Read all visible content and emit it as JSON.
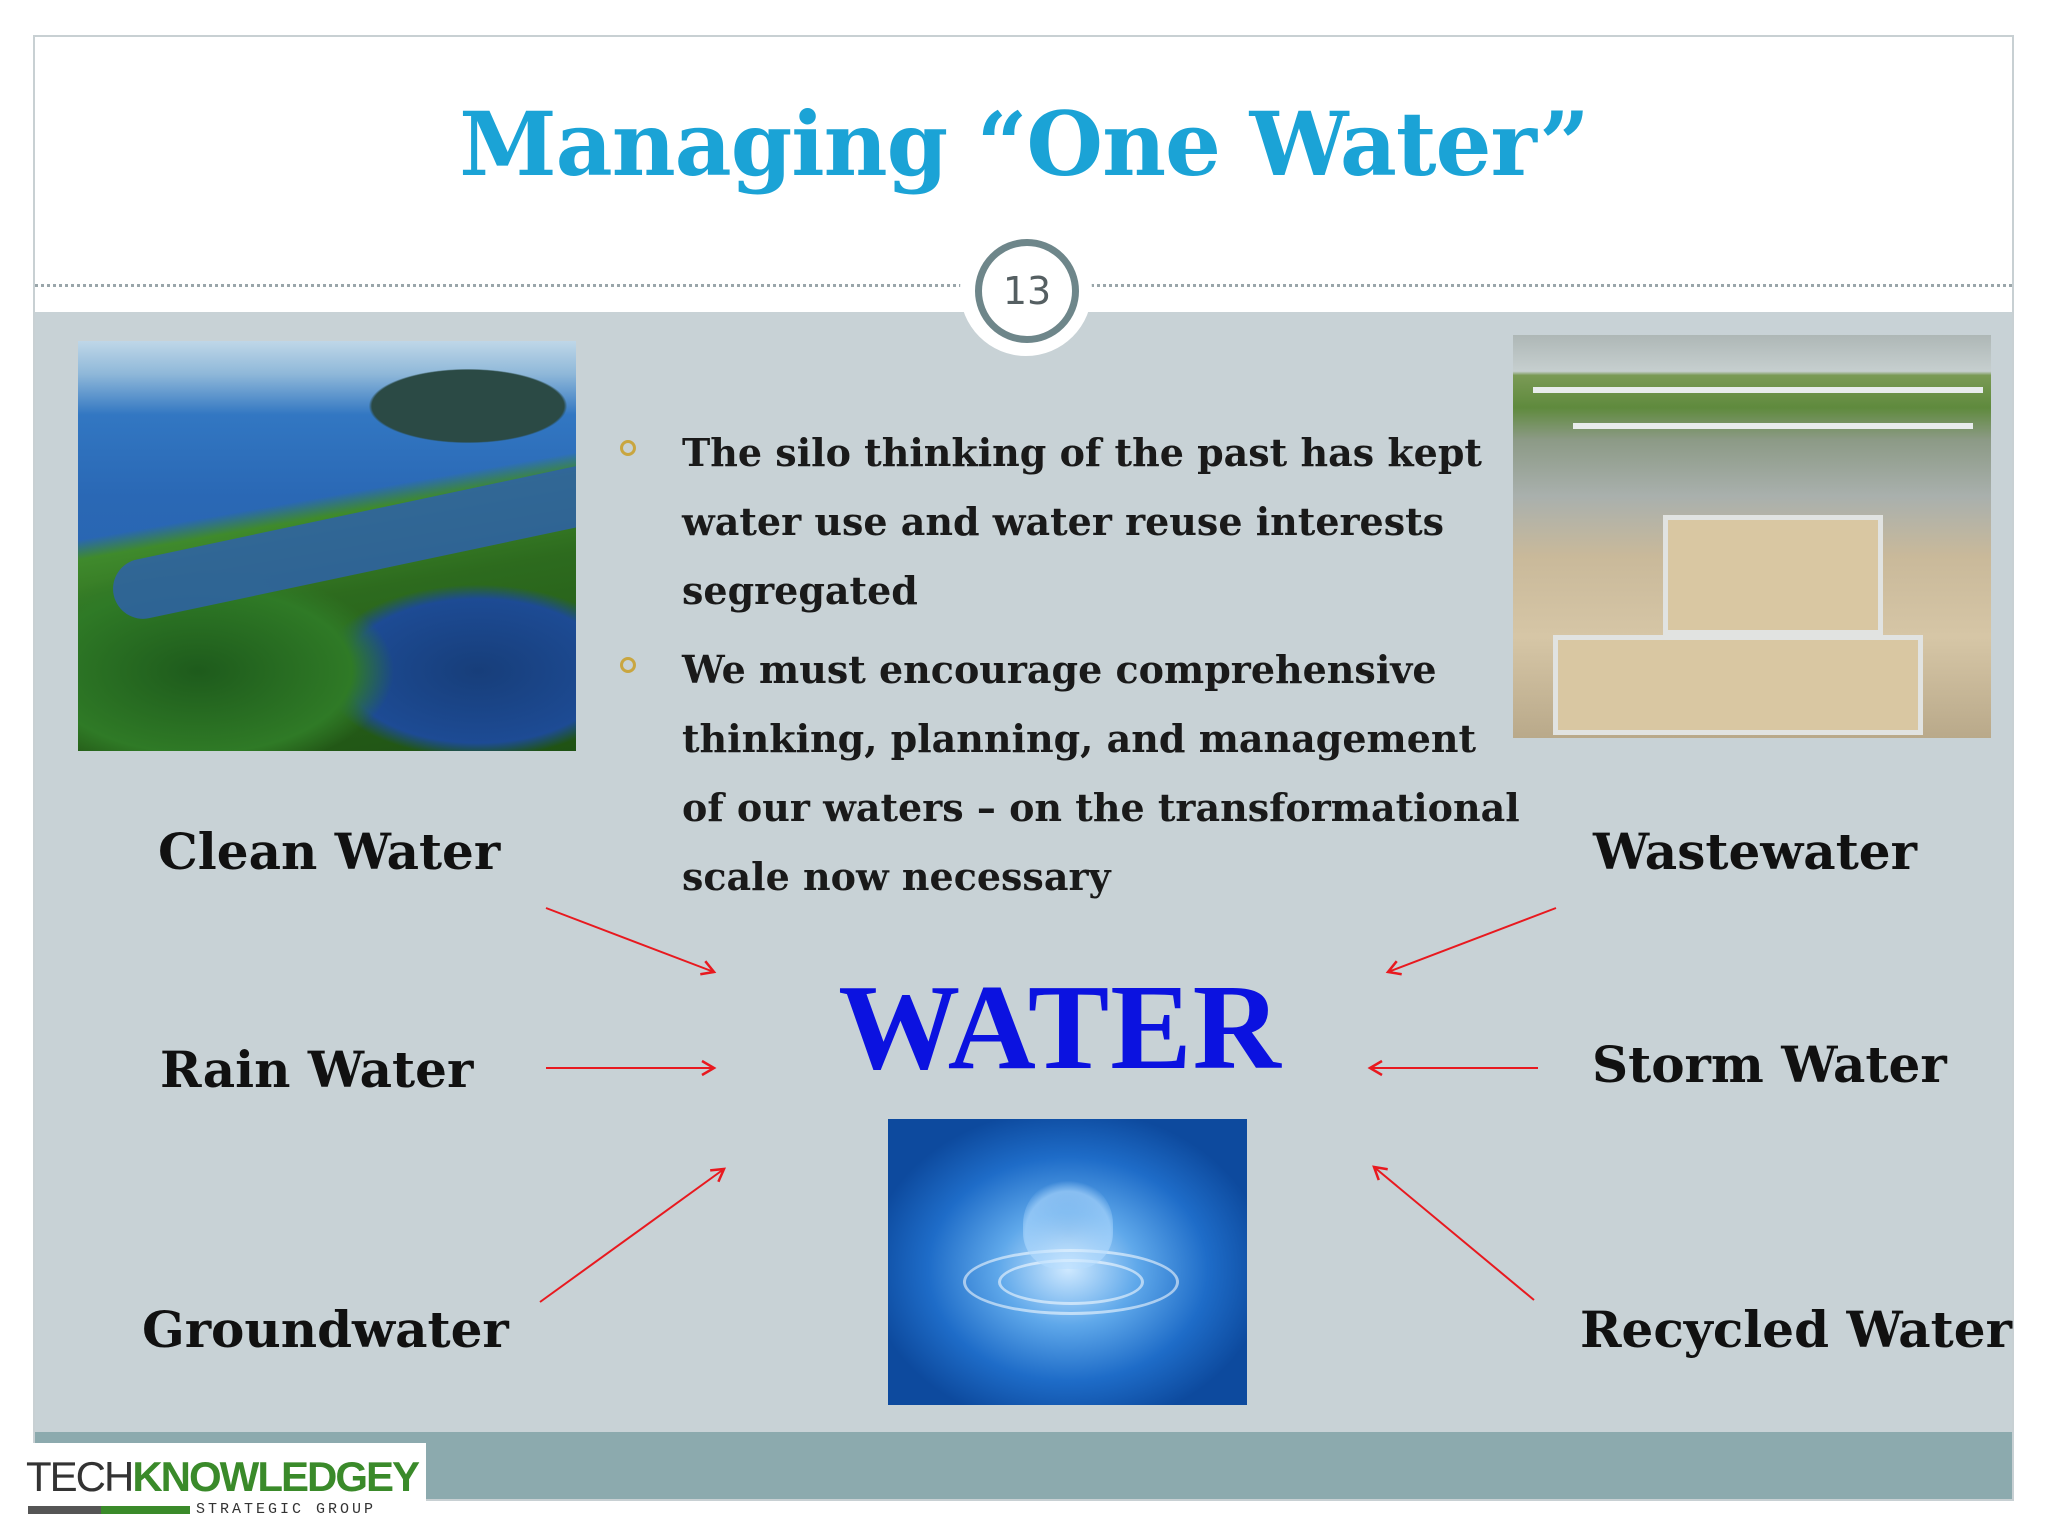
{
  "slide": {
    "title": "Managing “One Water”",
    "page_number": "13"
  },
  "bullets": [
    "The silo thinking of the past has kept water use and water reuse interests segregated",
    "We must encourage comprehensive thinking, planning, and management of our waters – on the transformational scale now necessary"
  ],
  "center_label": "WATER",
  "sources": {
    "left": [
      "Clean Water",
      "Rain Water",
      "Groundwater"
    ],
    "right": [
      "Wastewater",
      "Storm Water",
      "Recycled Water"
    ]
  },
  "logo": {
    "tech": "TECH",
    "knowledgey": "KNOWLEDGEY",
    "sub": "STRATEGIC GROUP"
  },
  "colors": {
    "title": "#1ba3d6",
    "center_label": "#0b12e0",
    "arrows": "#e8191f",
    "content_bg": "#c8d2d6",
    "footer_band": "#8caaae",
    "bullet_mark": "#c9a640"
  }
}
